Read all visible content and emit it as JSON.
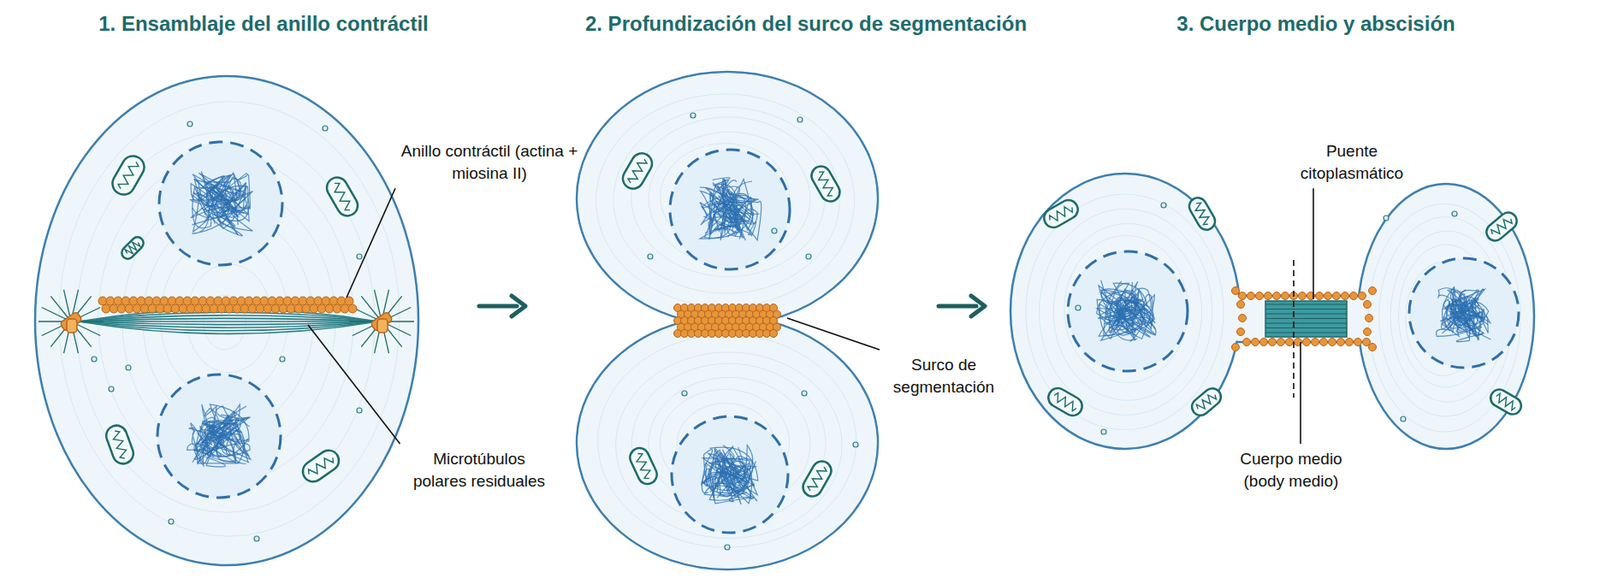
{
  "diagram": {
    "labels": [
      "1. Ensamblaje del anillo contráctil",
      "2. Profundización del surco de segmentación",
      "3. Cuerpo medio y abscisión",
      "Anillo contráctil (actina + miosina II)",
      "Microtúbulos polares residuales",
      "Surco de segmentación",
      "Puente citoplasmático",
      "Cuerpo medio (body medio)"
    ]
  }
}
